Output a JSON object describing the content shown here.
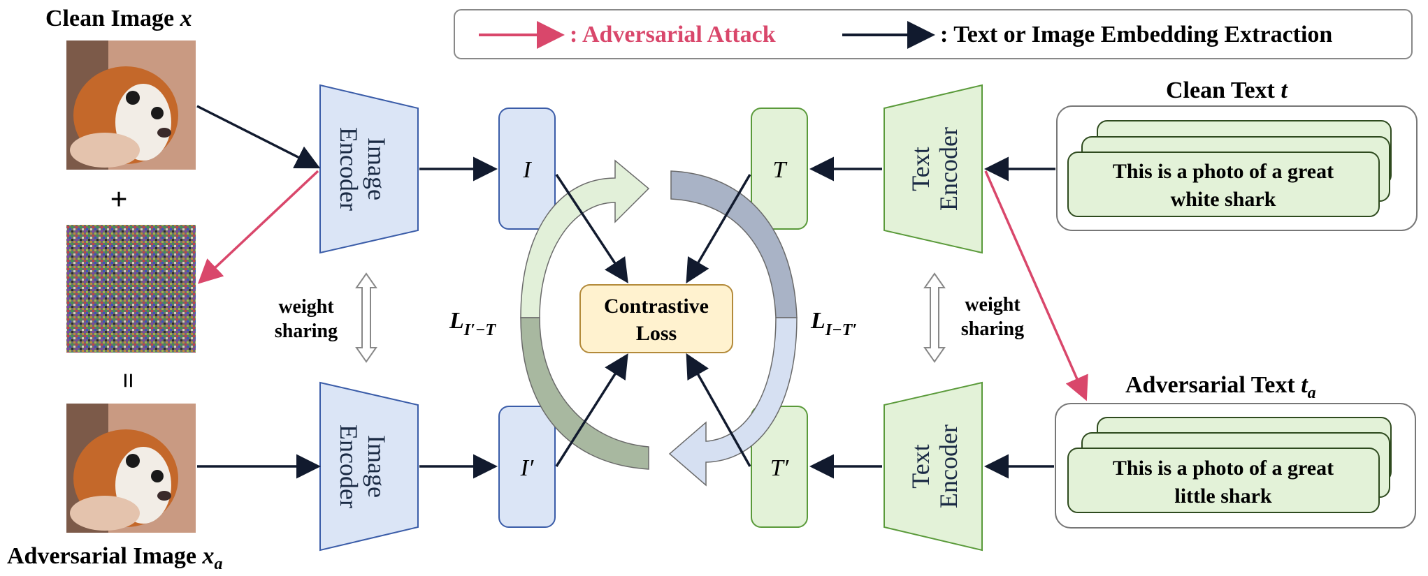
{
  "legend": {
    "attack_label": ": Adversarial Attack",
    "embed_label": ": Text or Image Embedding Extraction",
    "attack_color": "#d9476b",
    "embed_color": "#111a2e"
  },
  "labels": {
    "clean_image_prefix": "Clean Image ",
    "clean_image_var": "x",
    "adv_image_prefix": "Adversarial Image ",
    "adv_image_var": "x",
    "adv_image_sub": "a",
    "plus": "+",
    "equals": "=",
    "clean_text_prefix": "Clean Text ",
    "clean_text_var": "t",
    "adv_text_prefix": "Adversarial Text ",
    "adv_text_var": "t",
    "adv_text_sub": "a"
  },
  "encoders": {
    "image_line1": "Image",
    "image_line2": "Encoder",
    "text_line1": "Text",
    "text_line2": "Encoder"
  },
  "embeddings": {
    "I": "I",
    "I_prime": "I′",
    "T": "T",
    "T_prime": "T′"
  },
  "weight_sharing": {
    "line1": "weight",
    "line2": "sharing"
  },
  "loss": {
    "line1": "Contrastive",
    "line2": "Loss",
    "left_L": "L",
    "left_sub": "I′−T",
    "right_L": "L",
    "right_sub": "I−T′"
  },
  "texts": {
    "clean_line1": "This is a photo of a great",
    "clean_line2": "white shark",
    "adv_line1": "This is a photo of a great",
    "adv_line2": "little shark"
  }
}
